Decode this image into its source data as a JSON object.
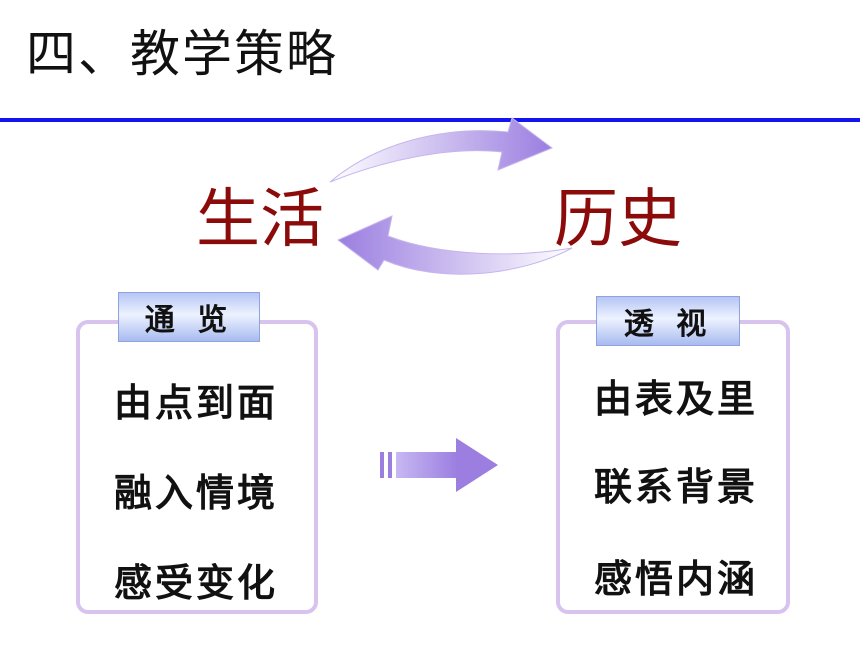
{
  "title": "四、教学策略",
  "cycle": {
    "left_word": "生活",
    "right_word": "历史"
  },
  "left_panel": {
    "label": "通 览",
    "items": [
      "由点到面",
      "融入情境",
      "感受变化"
    ]
  },
  "right_panel": {
    "label": "透 视",
    "items": [
      "由表及里",
      "联系背景",
      "感悟内涵"
    ]
  },
  "colors": {
    "title_rule": "#1414ee",
    "cycle_words": "#8b0a0a",
    "arrow": "#9b7ee0",
    "panel_border": "#d8c2ee",
    "label_fill": "#b6c6f4"
  }
}
